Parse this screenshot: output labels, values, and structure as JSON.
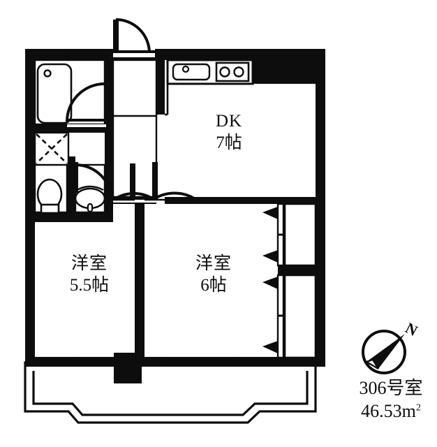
{
  "document": {
    "type": "floor-plan",
    "background_color": "#ffffff",
    "ink_color": "#0d0d0d"
  },
  "rooms": [
    {
      "id": "dk",
      "name": "DK",
      "size": "7帖",
      "fixtures": [
        "kitchen-sink",
        "gas-stove"
      ]
    },
    {
      "id": "room-left",
      "name": "洋室",
      "size": "5.5帖",
      "fixtures": [
        "window"
      ]
    },
    {
      "id": "room-right",
      "name": "洋室",
      "size": "6帖",
      "fixtures": [
        "closet-upper",
        "closet-lower",
        "window"
      ]
    }
  ],
  "fixtures": {
    "bathtub": "bathtub",
    "toilet": "toilet",
    "washbasin": "washbasin",
    "washing_machine_space": "washing-machine-space",
    "sink": "kitchen-sink",
    "stove": "gas-stove"
  },
  "unit": {
    "number_label": "306号室",
    "area_value": "46.53",
    "area_unit": "m",
    "area_unit_sup": "2"
  },
  "compass": {
    "label": "N",
    "name": "north-arrow"
  }
}
